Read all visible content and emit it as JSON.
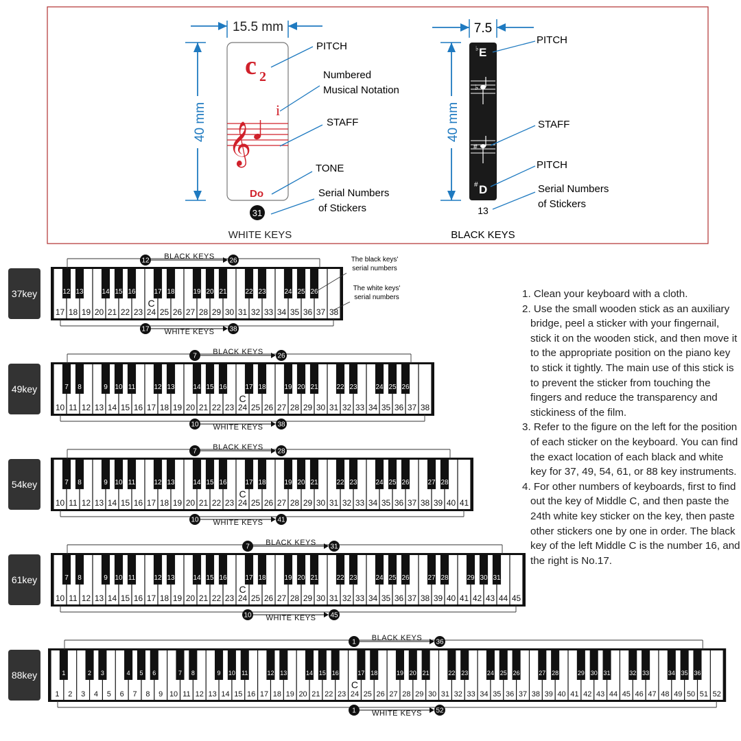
{
  "stickers": {
    "white": {
      "width_text": "15.5 mm",
      "height_text": "40 mm",
      "pitch_note": "c",
      "pitch_sub": "2",
      "numbered_notation": "i",
      "tone": "Do",
      "serial": "31",
      "caption": "WHITE KEYS",
      "callouts": {
        "pitch": "PITCH",
        "numbered_1": "Numbered",
        "numbered_2": "Musical Notation",
        "staff": "STAFF",
        "tone": "TONE",
        "serial_1": "Serial Numbers",
        "serial_2": "of Stickers"
      }
    },
    "black": {
      "width_text": "7.5",
      "height_text": "40 mm",
      "pitch_top": "E",
      "pitch_top_acc": "♭",
      "pitch_bottom": "D",
      "pitch_bottom_acc": "#",
      "serial": "13",
      "caption": "BLACK KEYS",
      "callouts": {
        "pitch": "PITCH",
        "staff": "STAFF",
        "pitch2": "PITCH",
        "serial_1": "Serial Numbers",
        "serial_2": "of Stickers"
      }
    }
  },
  "keyboards": [
    {
      "label": "37key",
      "first_white": 17,
      "white_count": 22,
      "first_black": 12,
      "black_count": 15,
      "black_end": 26,
      "white_end": 38,
      "middle_c_index": 7
    },
    {
      "label": "49key",
      "first_white": 10,
      "white_count": 29,
      "first_black": 7,
      "black_count": 20,
      "black_end": 26,
      "white_end": 38,
      "middle_c_index": 14
    },
    {
      "label": "54key",
      "first_white": 10,
      "white_count": 32,
      "first_black": 7,
      "black_count": 22,
      "black_end": 28,
      "white_end": 41,
      "middle_c_index": 14
    },
    {
      "label": "61key",
      "first_white": 10,
      "white_count": 36,
      "first_black": 7,
      "black_count": 25,
      "black_end": 31,
      "white_end": 45,
      "middle_c_index": 14
    },
    {
      "label": "88key",
      "first_white": 1,
      "white_count": 52,
      "first_black": 1,
      "black_count": 36,
      "black_end": 36,
      "white_end": 52,
      "middle_c_index": 23
    }
  ],
  "keyboard_labels": {
    "black_keys": "BLACK KEYS",
    "white_keys": "WHITE KEYS",
    "middle_c": "C",
    "black_serial_note_1": "The black keys'",
    "black_serial_note_2": "serial numbers",
    "white_serial_note_1": "The white keys'",
    "white_serial_note_2": "serial numbers"
  },
  "instructions": [
    "1. Clean your keyboard with a cloth.",
    "2. Use the small wooden stick as an auxiliary bridge, peel a sticker with your fingernail, stick it on the wooden stick, and then move it to the appropriate position on the piano key to stick it tightly. The  main use of this stick is to prevent the sticker from touching the fingers and reduce the transparency and stickiness of the film.",
    "3. Refer to the figure on the left for  the position of each sticker on the keyboard. You can find the exact location of each black and  white key for 37, 49, 54, 61, or 88 key instruments.",
    "4. For other numbers of keyboards, first to find out the key of  Middle C, and then paste the 24th white key sticker on the key,  then paste other stickers one by one in order. The black key of the left Middle C is the number 16, and the right is No.17."
  ],
  "colors": {
    "accent_blue": "#1f7ac0",
    "sticker_red": "#d0202a",
    "border_red": "#b03030",
    "label_bg": "#333333"
  }
}
